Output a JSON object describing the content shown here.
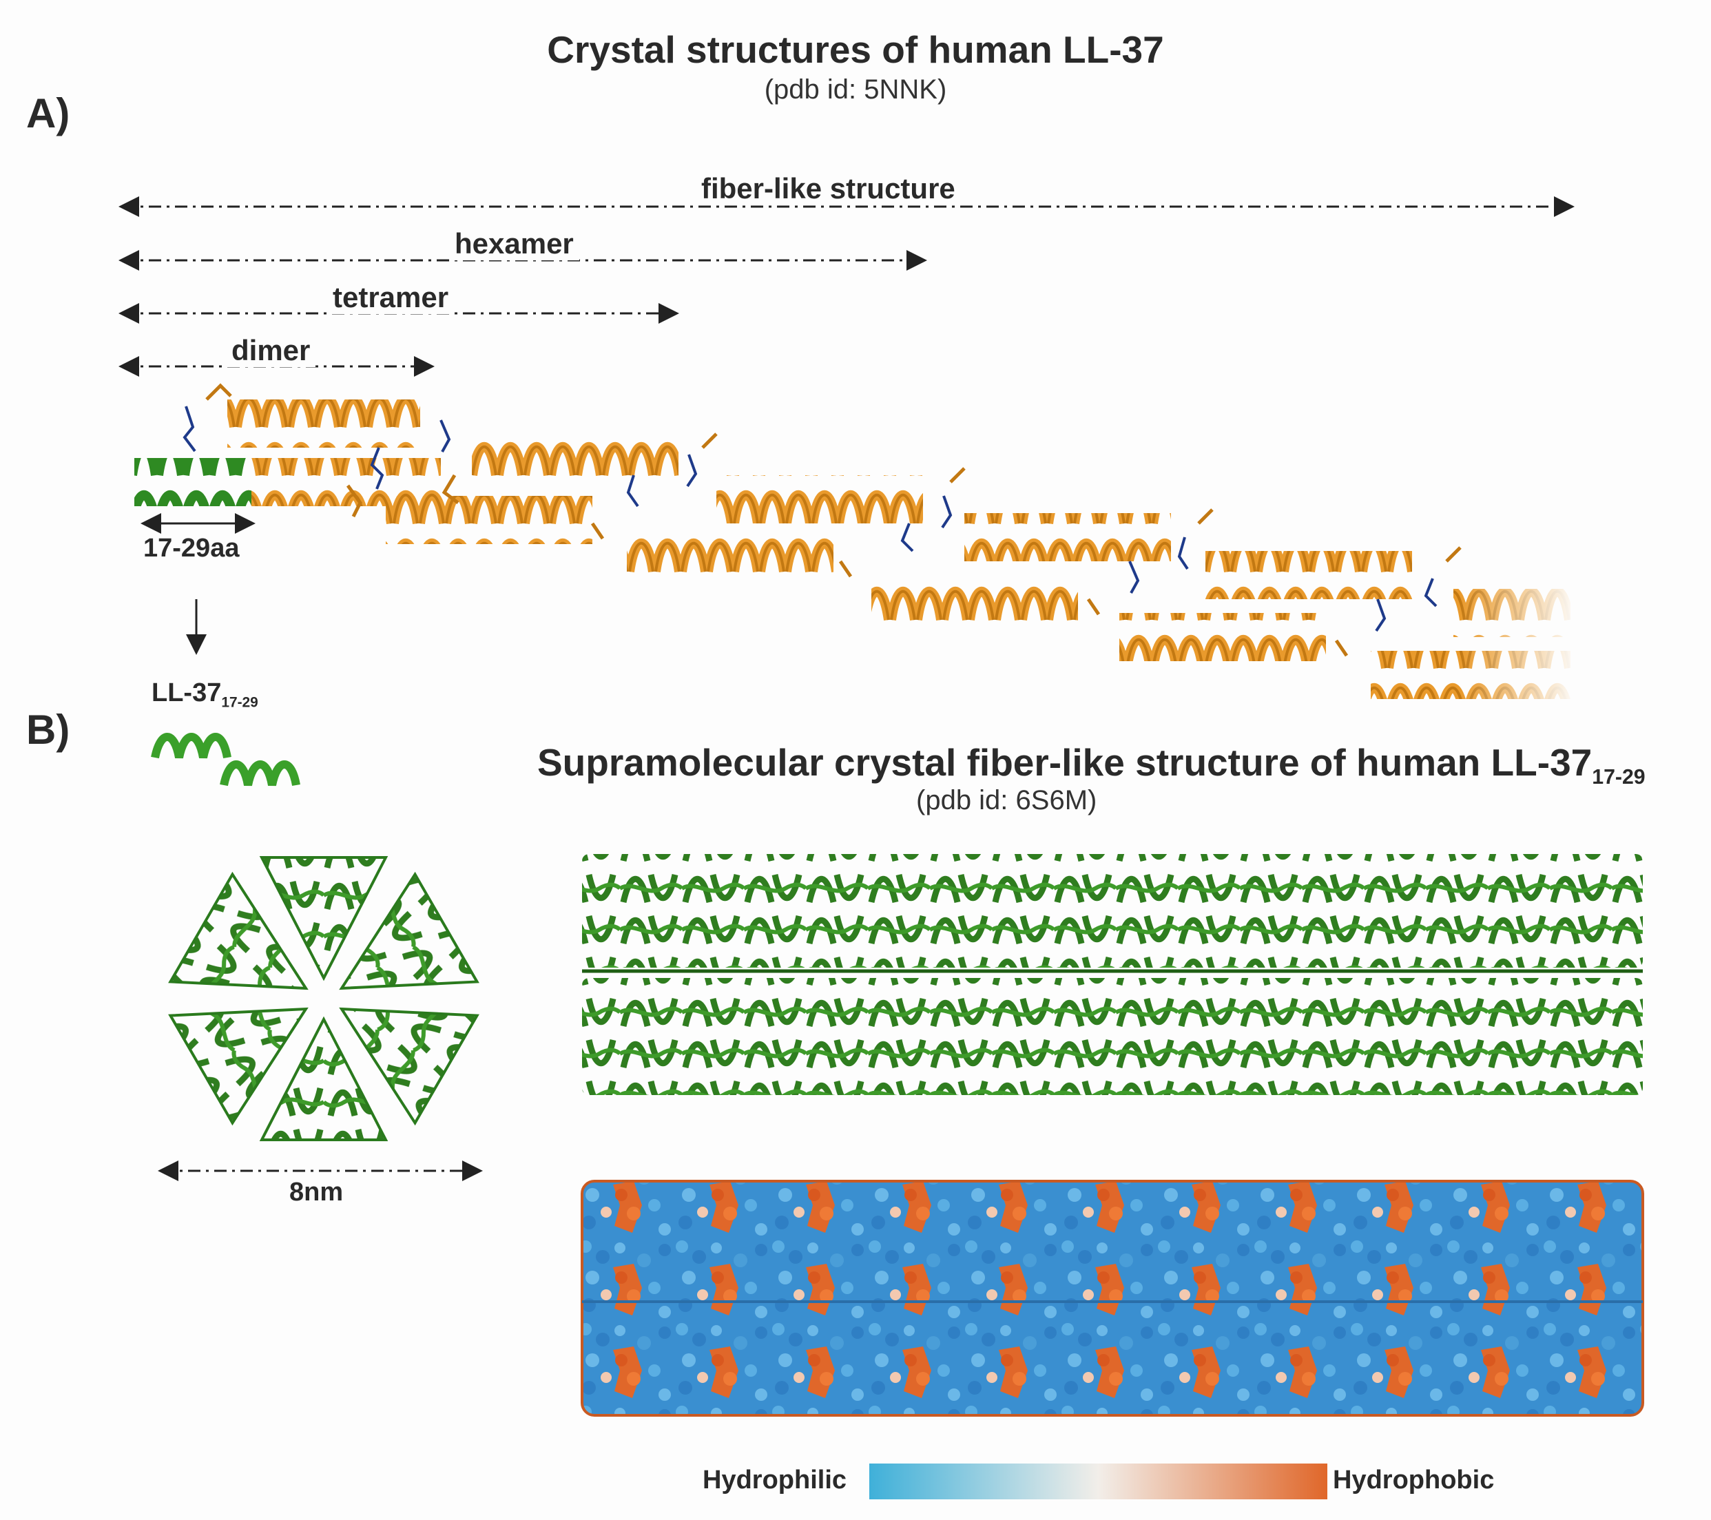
{
  "panel_a": {
    "label": "A)",
    "title": "Crystal structures of human LL-37",
    "pdb": "(pdb id: 5NNK)",
    "arrows": {
      "fiber": "fiber-like structure",
      "hexamer": "hexamer",
      "tetramer": "tetramer",
      "dimer": "dimer"
    },
    "segment_label": "17-29aa",
    "fragment_label": "LL-37",
    "fragment_subscript": "17-29"
  },
  "panel_b": {
    "label": "B)",
    "title_main": "Supramolecular crystal fiber-like structure of human LL-37",
    "title_subscript": "17-29",
    "pdb": "(pdb id: 6S6M)",
    "diameter_label": "8nm"
  },
  "legend": {
    "low": "Hydrophilic",
    "high": "Hydrophobic",
    "low_color": "#3fb0d9",
    "mid_color": "#f2eee9",
    "high_color": "#e0672a"
  },
  "colors": {
    "helix_orange": "#e99a2c",
    "helix_green": "#2e8a22",
    "sidechain_blue": "#1e3a8a"
  }
}
